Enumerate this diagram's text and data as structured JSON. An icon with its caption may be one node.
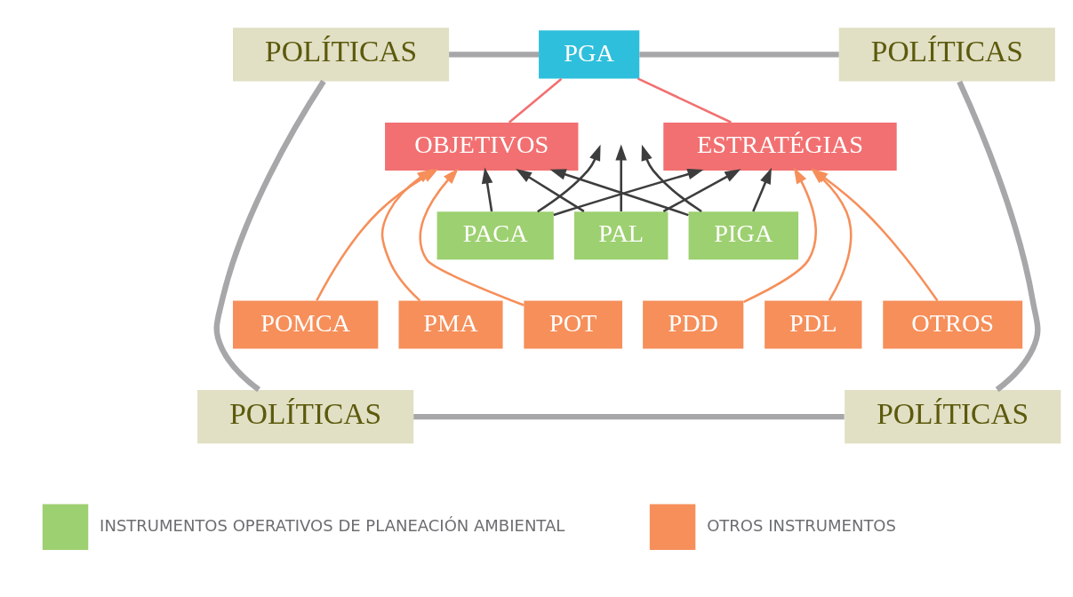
{
  "diagram": {
    "nodes": [
      {
        "text": [
          "POLÍTICAS"
        ]
      },
      {
        "text": [
          "POLÍTICAS"
        ]
      },
      {
        "text": [
          "POLÍTICAS"
        ]
      },
      {
        "text": [
          "POLÍTICAS"
        ]
      },
      {
        "text": [
          "PGA"
        ]
      },
      {
        "text": [
          "OBJETIVOS"
        ]
      },
      {
        "text": [
          "ESTRATÉGIAS"
        ]
      },
      {
        "text": [
          "PACA"
        ]
      },
      {
        "text": [
          "PAL"
        ]
      },
      {
        "text": [
          "PIGA"
        ]
      },
      {
        "text": [
          "POMCA"
        ]
      },
      {
        "text": [
          "PMA"
        ]
      },
      {
        "text": [
          "POT"
        ]
      },
      {
        "text": [
          "PDD"
        ]
      },
      {
        "text": [
          "PDL"
        ]
      },
      {
        "text": [
          "OTROS"
        ]
      }
    ],
    "edges": [
      {
        "from": 0,
        "to": 4,
        "arrow": "none",
        "style": "thick",
        "color": "#a7a7a9"
      },
      {
        "from": 4,
        "to": 1,
        "arrow": "none",
        "style": "thick",
        "color": "#a7a7a9"
      },
      {
        "from": 0,
        "to": 2,
        "arrow": "none",
        "style": "thick",
        "color": "#a7a7a9"
      },
      {
        "from": 1,
        "to": 3,
        "arrow": "none",
        "style": "thick",
        "color": "#a7a7a9"
      },
      {
        "from": 2,
        "to": 3,
        "arrow": "none",
        "style": "thick",
        "color": "#a7a7a9"
      },
      {
        "from": 4,
        "to": 5,
        "arrow": "none",
        "color": "#f27071"
      },
      {
        "from": 4,
        "to": 6,
        "arrow": "none",
        "color": "#f27071"
      },
      {
        "from": 7,
        "to": 5,
        "arrow": "to",
        "color": "#3d3d3d"
      },
      {
        "from": 8,
        "to": 5,
        "arrow": "to",
        "color": "#3d3d3d"
      },
      {
        "from": 9,
        "to": 5,
        "arrow": "to",
        "color": "#3d3d3d"
      },
      {
        "from": 7,
        "to": null,
        "arrow": "to",
        "color": "#3d3d3d"
      },
      {
        "from": 8,
        "to": null,
        "arrow": "to",
        "color": "#3d3d3d"
      },
      {
        "from": 9,
        "to": null,
        "arrow": "to",
        "color": "#3d3d3d"
      },
      {
        "from": 7,
        "to": 6,
        "arrow": "to",
        "color": "#3d3d3d"
      },
      {
        "from": 8,
        "to": 6,
        "arrow": "to",
        "color": "#3d3d3d"
      },
      {
        "from": 9,
        "to": 6,
        "arrow": "to",
        "color": "#3d3d3d"
      },
      {
        "from": 10,
        "to": 5,
        "arrow": "to",
        "color": "#f68f5a"
      },
      {
        "from": 11,
        "to": 5,
        "arrow": "to",
        "color": "#f68f5a"
      },
      {
        "from": 12,
        "to": 5,
        "arrow": "to",
        "color": "#f68f5a"
      },
      {
        "from": 13,
        "to": 6,
        "arrow": "to",
        "color": "#f68f5a"
      },
      {
        "from": 14,
        "to": 6,
        "arrow": "to",
        "color": "#f68f5a"
      },
      {
        "from": 15,
        "to": 6,
        "arrow": "to",
        "color": "#f68f5a"
      }
    ],
    "legend": [
      {
        "text": "INSTRUMENTOS OPERATIVOS DE PLANEACIÓN AMBIENTAL",
        "color": "#9dd070"
      },
      {
        "text": "OTROS INSTRUMENTOS",
        "color": "#f68f5a"
      }
    ]
  }
}
